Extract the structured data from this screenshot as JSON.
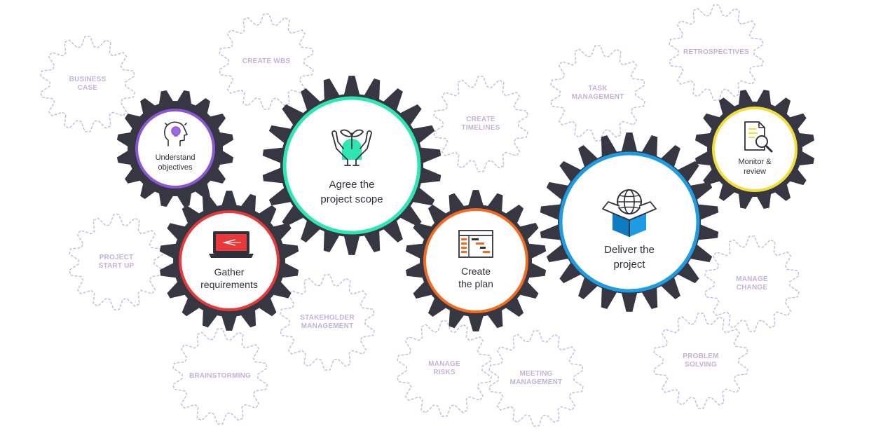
{
  "colors": {
    "gear_dark": "#363742",
    "ghost_outline": "#c9b6e3",
    "ghost_text": "#c3b2d8",
    "understand": "#8a55d6",
    "agree": "#2ee6b4",
    "gather": "#e8393a",
    "create": "#f26b21",
    "deliver": "#1d9be3",
    "monitor": "#f2de3a"
  },
  "ghost_gears": [
    {
      "label": "BUSINESS\nCASE"
    },
    {
      "label": "CREATE WBS"
    },
    {
      "label": "CREATE\nTIMELINES"
    },
    {
      "label": "TASK\nMANAGEMENT"
    },
    {
      "label": "RETROSPECTIVES"
    },
    {
      "label": "PROJECT\nSTART UP"
    },
    {
      "label": "STAKEHOLDER\nMANAGEMENT"
    },
    {
      "label": "BRAINSTORMING"
    },
    {
      "label": "MANAGE\nRISKS"
    },
    {
      "label": "MEETING\nMANAGEMENT"
    },
    {
      "label": "MANAGE\nCHANGE"
    },
    {
      "label": "PROBLEM\nSOLVING"
    }
  ],
  "main_gears": [
    {
      "label": "Understand\nobjectives",
      "icon": "lightbulb-head-icon"
    },
    {
      "label": "Agree the\nproject scope",
      "icon": "hands-plant-icon"
    },
    {
      "label": "Gather\nrequirements",
      "icon": "laptop-icon"
    },
    {
      "label": "Create\nthe plan",
      "icon": "gantt-plan-icon"
    },
    {
      "label": "Deliver the\nproject",
      "icon": "globe-box-icon"
    },
    {
      "label": "Monitor &\nreview",
      "icon": "document-magnifier-icon"
    }
  ]
}
